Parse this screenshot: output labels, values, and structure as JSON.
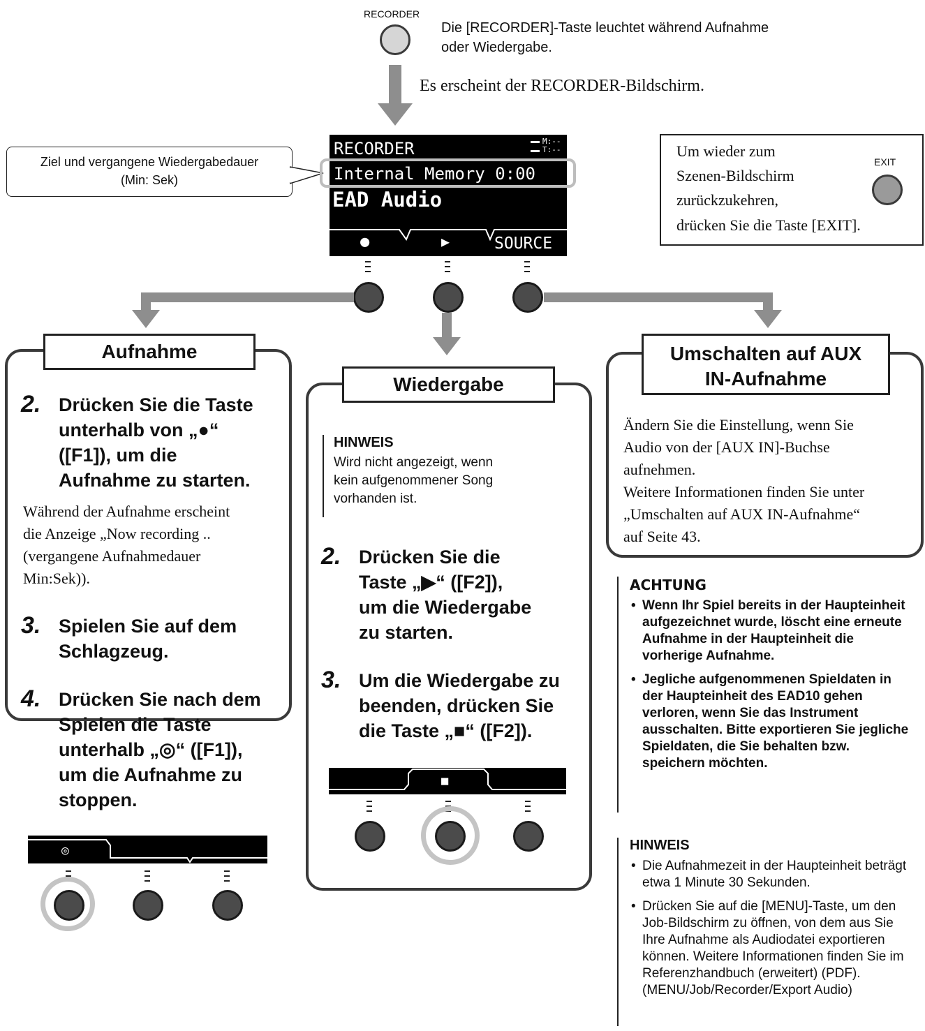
{
  "top": {
    "recorder_label": "RECORDER",
    "recorder_desc_line1": "Die [RECORDER]-Taste leuchtet während Aufnahme",
    "recorder_desc_line2": "oder Wiedergabe.",
    "appears": "Es erscheint der RECORDER-Bildschirm."
  },
  "callout": {
    "line1": "Ziel und vergangene Wiedergabedauer",
    "line2": "(Min: Sek)"
  },
  "lcd": {
    "title": "RECORDER",
    "status_m": "M:--",
    "status_t": "T:--",
    "line2": "Internal Memory 0:00",
    "line3": "EAD Audio",
    "f1": "●",
    "f2": "▶",
    "f3": "SOURCE"
  },
  "exit_box": {
    "line1": "Um wieder zum",
    "line2": "Szenen-Bildschirm",
    "line3": "zurückzukehren,",
    "line4": "drücken Sie die Taste [EXIT].",
    "exit_label": "EXIT"
  },
  "aufnahme": {
    "title": "Aufnahme",
    "step2_num": "2.",
    "step2_l1": "Drücken Sie die Taste",
    "step2_l2": "unterhalb von „●“",
    "step2_l3": "([F1]), um die",
    "step2_l4": "Aufnahme zu starten.",
    "desc_l1": "Während der Aufnahme erscheint",
    "desc_l2": "die Anzeige „Now recording ..",
    "desc_l3": "(vergangene Aufnahmedauer",
    "desc_l4": "Min:Sek)).",
    "step3_num": "3.",
    "step3_l1": "Spielen Sie auf dem",
    "step3_l2": "Schlagzeug.",
    "step4_num": "4.",
    "step4_l1": "Drücken Sie nach dem",
    "step4_l2": "Spielen die Taste",
    "step4_l3": "unterhalb „◎“ ([F1]),",
    "step4_l4": "um die Aufnahme zu",
    "step4_l5": "stoppen.",
    "lcd_symbol": "◎"
  },
  "wiedergabe": {
    "title": "Wiedergabe",
    "hint_head": "HINWEIS",
    "hint_l1": "Wird nicht angezeigt, wenn",
    "hint_l2": "kein aufgenommener Song",
    "hint_l3": "vorhanden ist.",
    "step2_num": "2.",
    "step2_l1": "Drücken Sie die",
    "step2_l2": "Taste „▶“ ([F2]),",
    "step2_l3": "um die Wiedergabe",
    "step2_l4": "zu starten.",
    "step3_num": "3.",
    "step3_l1": "Um die Wiedergabe zu",
    "step3_l2": "beenden, drücken Sie",
    "step3_l3": "die Taste „■“ ([F2]).",
    "lcd_symbol": "■"
  },
  "aux": {
    "title_l1": "Umschalten auf AUX",
    "title_l2": "IN-Aufnahme",
    "body_l1": "Ändern Sie die Einstellung, wenn Sie",
    "body_l2": "Audio von der [AUX IN]-Buchse",
    "body_l3": "aufnehmen.",
    "body_l4": "Weitere Informationen finden Sie unter",
    "body_l5": "„Umschalten auf AUX IN-Aufnahme“",
    "body_l6": "auf Seite 43."
  },
  "achtung": {
    "head": "ACHTUNG",
    "items": [
      "Wenn Ihr Spiel bereits in der Haupteinheit aufgezeichnet wurde, löscht eine erneute Aufnahme in der Haupteinheit die vorherige Aufnahme.",
      "Jegliche aufgenommenen Spieldaten in der Haupteinheit des EAD10 gehen verloren, wenn Sie das Instrument ausschalten. Bitte exportieren Sie jegliche Spieldaten, die Sie behalten bzw. speichern möchten."
    ]
  },
  "hinweis": {
    "head": "HINWEIS",
    "items": [
      "Die Aufnahmezeit in der Haupteinheit beträgt etwa 1 Minute 30 Sekunden.",
      "Drücken Sie auf die [MENU]-Taste, um den Job-Bildschirm zu öffnen, von dem aus Sie Ihre Aufnahme als Audiodatei exportieren können. Weitere Informationen finden Sie im Referenzhandbuch (erweitert) (PDF). (MENU/Job/Recorder/Export Audio)"
    ]
  }
}
